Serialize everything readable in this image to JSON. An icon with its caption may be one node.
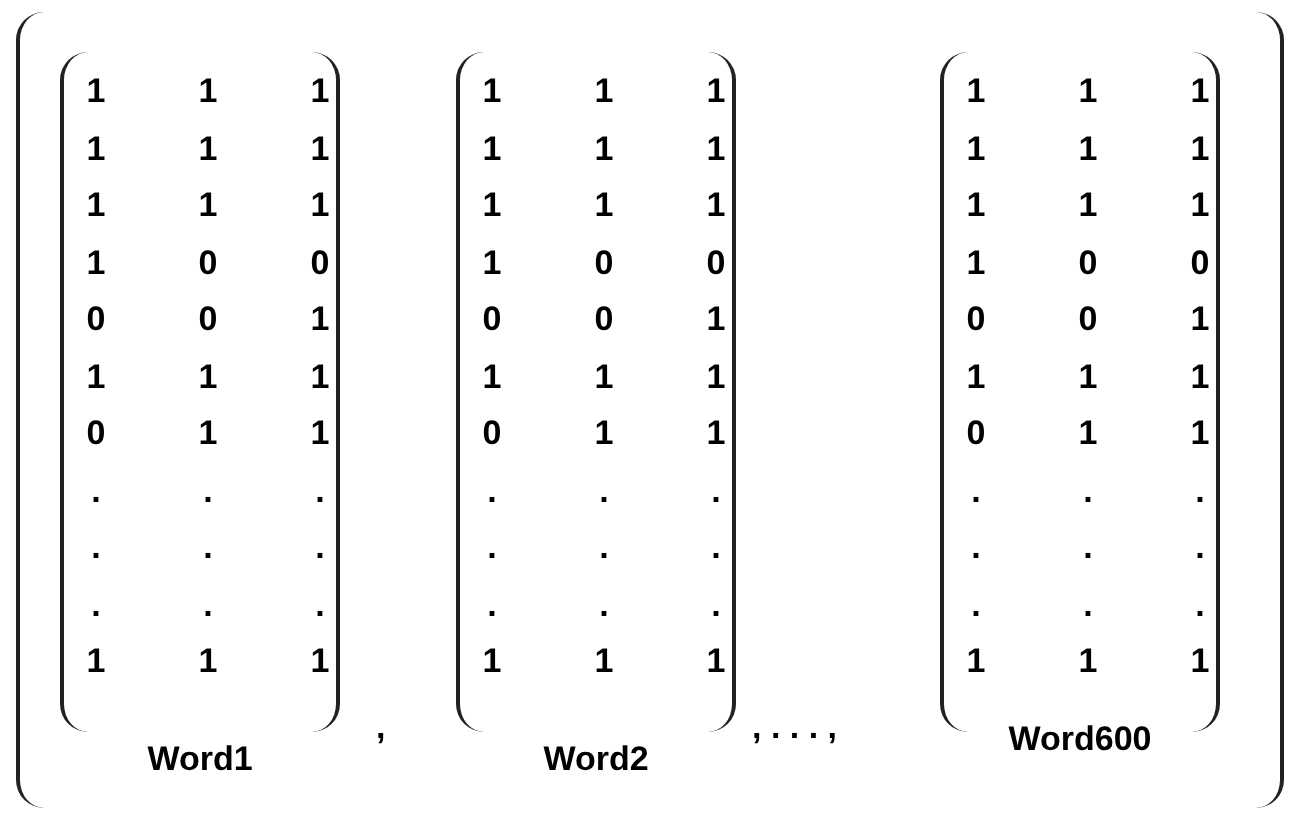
{
  "diagram": {
    "nodes": [
      {
        "text": [
          "Word1"
        ]
      },
      {
        "text": [
          "Word2"
        ]
      },
      {
        "text": [
          "Word600"
        ]
      }
    ],
    "labels": [
      "1",
      "1",
      "1",
      "1",
      "1",
      "1",
      "1",
      "1",
      "1",
      "1",
      "0",
      "0",
      "0",
      "0",
      "1",
      "1",
      "1",
      "1",
      "0",
      "1",
      "1",
      ".",
      ".",
      ".",
      ".",
      ".",
      ".",
      ".",
      ".",
      ".",
      "1",
      "1",
      "1",
      ",",
      "1",
      "1",
      "1",
      "1",
      "1",
      "1",
      "1",
      "1",
      "1",
      "1",
      "0",
      "0",
      "0",
      "0",
      "1",
      "1",
      "1",
      "1",
      "0",
      "1",
      "1",
      ".",
      ".",
      ".",
      ".",
      ".",
      ".",
      ".",
      ".",
      ".",
      "1",
      "1",
      "1",
      ", . . . ,",
      "1",
      "1",
      "1",
      "1",
      "1",
      "1",
      "1",
      "1",
      "1",
      "1",
      "0",
      "0",
      "0",
      "0",
      "1",
      "1",
      "1",
      "1",
      "0",
      "1",
      "1",
      ".",
      ".",
      ".",
      ".",
      ".",
      ".",
      ".",
      ".",
      ".",
      "1",
      "1",
      "1"
    ]
  }
}
